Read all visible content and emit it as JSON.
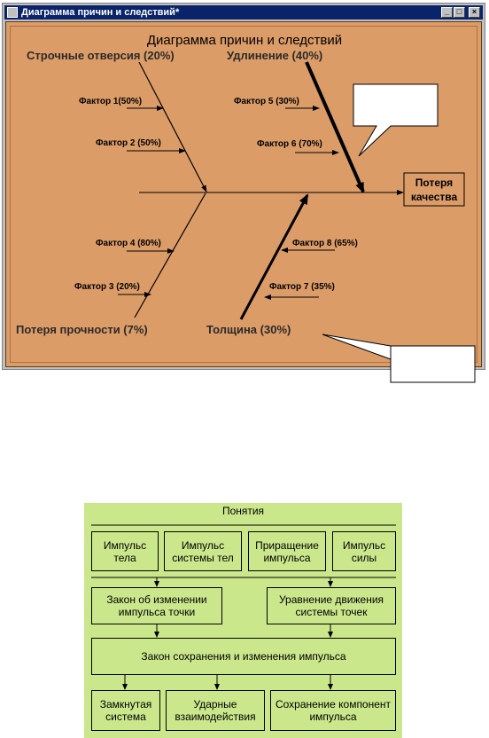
{
  "window": {
    "title": "Диаграмма причин и следствий*",
    "buttons": {
      "minimize": "_",
      "maximize": "□",
      "close": "×"
    }
  },
  "fishbone": {
    "title": "Диаграмма причин и следствий",
    "effect": [
      "Потеря",
      "качества"
    ],
    "bones": {
      "top_left": "Строчные отверсия (20%)",
      "top_right": "Удлинение (40%)",
      "bottom_left": "Потеря прочности (7%)",
      "bottom_right": "Толщина (30%)"
    },
    "factors": {
      "f1": "Фактор 1(50%)",
      "f2": "Фактор 2 (50%)",
      "f3": "Фактор 3 (20%)",
      "f4": "Фактор 4 (80%)",
      "f5": "Фактор 5 (30%)",
      "f6": "Фактор 6 (70%)",
      "f7": "Фактор 7 (35%)",
      "f8": "Фактор 8 (65%)"
    },
    "callouts": [
      "",
      ""
    ],
    "colors": {
      "background": "#dc9c68",
      "lines": "#000000"
    }
  },
  "concepts": {
    "title": "Понятия",
    "row1": [
      "Импульс тела",
      "Импульс системы тел",
      "Приращение импульса",
      "Импульс силы"
    ],
    "row2": [
      "Закон об изменении импульса точки",
      "Уравнение движения системы точек"
    ],
    "row3": "Закон сохранения и изменения импульса",
    "row4": [
      "Замкнутая система",
      "Ударные взаимодействия",
      "Сохранение компонент импульса"
    ],
    "colors": {
      "background": "#cbe78c"
    }
  }
}
